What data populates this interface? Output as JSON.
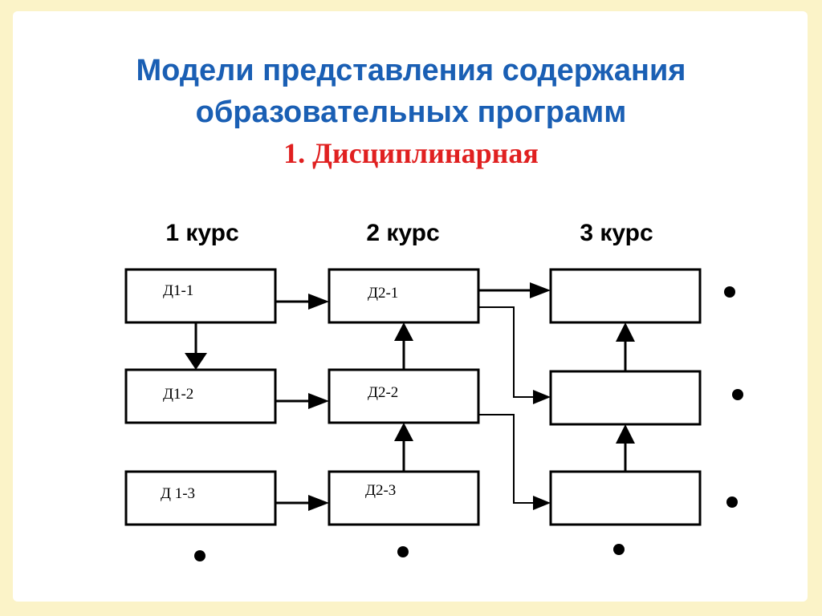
{
  "title": {
    "line1": "Модели представления содержания",
    "line2": "образовательных программ",
    "subtitle": "1. Дисциплинарная"
  },
  "diagram": {
    "courses": [
      "1 курс",
      "2 курс",
      "3 курс"
    ],
    "boxes": [
      {
        "id": "d1-1",
        "label": "Д1-1"
      },
      {
        "id": "d1-2",
        "label": "Д1-2"
      },
      {
        "id": "d1-3",
        "label": "Д 1-3"
      },
      {
        "id": "d2-1",
        "label": "Д2-1"
      },
      {
        "id": "d2-2",
        "label": "Д2-2"
      },
      {
        "id": "d2-3",
        "label": "Д2-3"
      },
      {
        "id": "d3-1",
        "label": ""
      },
      {
        "id": "d3-2",
        "label": ""
      },
      {
        "id": "d3-3",
        "label": ""
      }
    ],
    "connections": [
      {
        "from": "d1-1",
        "to": "d2-1"
      },
      {
        "from": "d1-2",
        "to": "d2-2"
      },
      {
        "from": "d1-3",
        "to": "d2-3"
      },
      {
        "from": "d1-1",
        "to": "d1-2"
      },
      {
        "from": "d2-2",
        "to": "d2-1"
      },
      {
        "from": "d2-3",
        "to": "d2-2"
      },
      {
        "from": "d2-1",
        "to": "d3-1"
      },
      {
        "from": "d2-1",
        "to": "d3-2"
      },
      {
        "from": "d2-2",
        "to": "d3-3"
      },
      {
        "from": "d3-2",
        "to": "d3-1"
      },
      {
        "from": "d3-3",
        "to": "d3-2"
      }
    ],
    "continuation_dots": "•"
  }
}
